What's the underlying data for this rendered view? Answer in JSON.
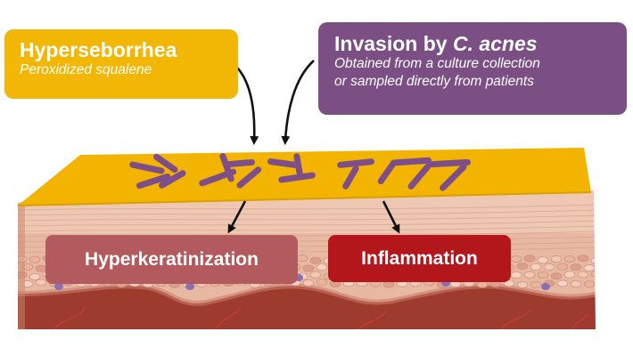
{
  "colors": {
    "hyperseborrhea_box": "#f2b705",
    "invasion_box": "#7b4f84",
    "hyperkeratinization_box": "#b35a5e",
    "inflammation_box": "#b3171b",
    "sebum_layer": "#f3b400",
    "bacteria": "#7d4e8a",
    "skin_layer": "#e8b9a2",
    "dermis": "#9d3b2f",
    "arrow": "#111111"
  },
  "hyperseborrhea": {
    "title": "Hyperseborrhea",
    "subtitle": "Peroxidized squalene"
  },
  "invasion": {
    "title_prefix": "Invasion by ",
    "title_species": "C. acnes",
    "line1": "Obtained from a culture collection",
    "line2": "or sampled directly from patients"
  },
  "hyperkeratinization": {
    "label": "Hyperkeratinization"
  },
  "inflammation": {
    "label": "Inflammation"
  }
}
